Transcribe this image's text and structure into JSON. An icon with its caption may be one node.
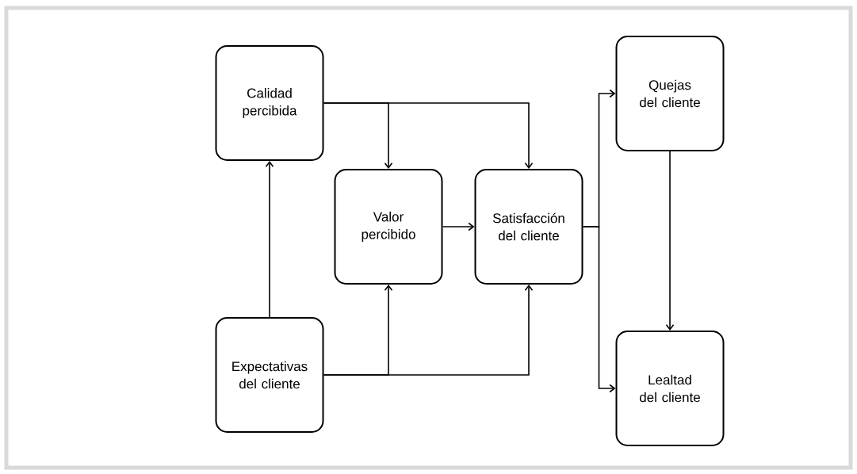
{
  "diagram": {
    "nodes": [
      {
        "text": [
          "Calidad percibida"
        ]
      },
      {
        "text": [
          "Valor percibido"
        ]
      },
      {
        "text": [
          "Satisfacción del cliente"
        ]
      },
      {
        "text": [
          "Quejas del cliente"
        ]
      },
      {
        "text": [
          "Expectativas del cliente"
        ]
      },
      {
        "text": [
          "Lealtad del cliente"
        ]
      }
    ],
    "edges": [
      {
        "from": 0,
        "to": 1,
        "arrow": "to"
      },
      {
        "from": 0,
        "to": 2,
        "arrow": "to"
      },
      {
        "from": 4,
        "to": 0,
        "arrow": "to"
      },
      {
        "from": 4,
        "to": 1,
        "arrow": "to"
      },
      {
        "from": 4,
        "to": 2,
        "arrow": "to"
      },
      {
        "from": 1,
        "to": 2,
        "arrow": "to"
      },
      {
        "from": 2,
        "to": 3,
        "arrow": "to"
      },
      {
        "from": 2,
        "to": 5,
        "arrow": "to"
      },
      {
        "from": 3,
        "to": 5,
        "arrow": "to"
      }
    ]
  }
}
